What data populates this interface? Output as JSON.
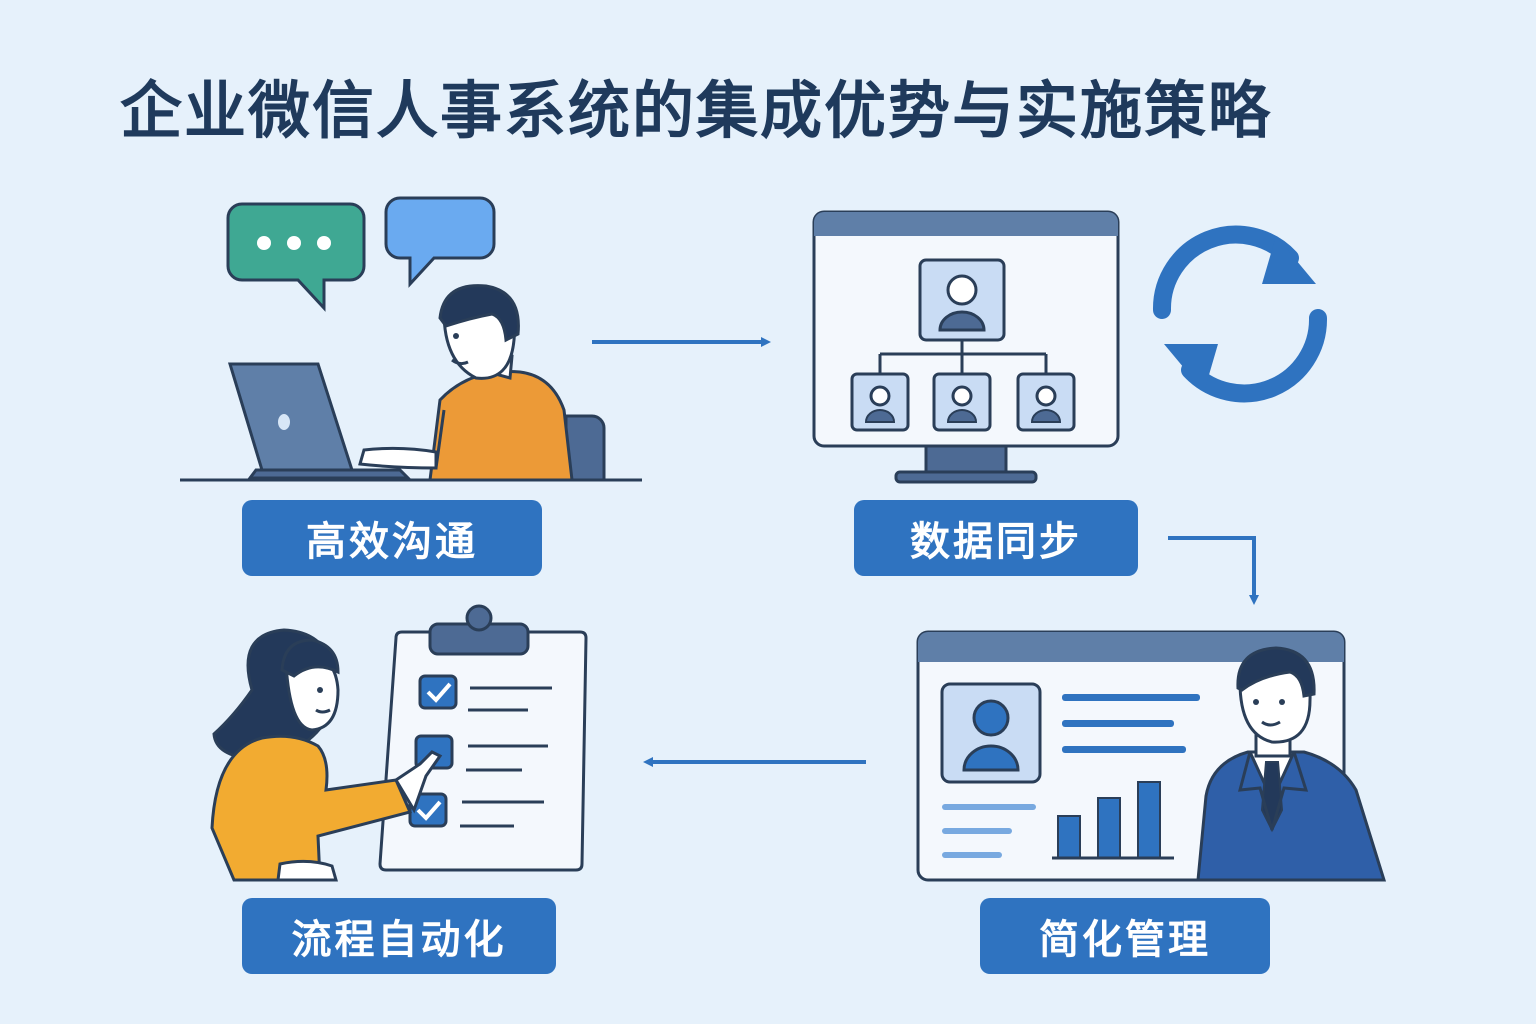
{
  "title": "企业微信人事系统的集成优势与实施策略",
  "steps": [
    {
      "label": "高效沟通"
    },
    {
      "label": "数据同步"
    },
    {
      "label": "简化管理"
    },
    {
      "label": "流程自动化"
    }
  ],
  "colors": {
    "background": "#e6f1fb",
    "accent": "#2f73c0",
    "title": "#1f3a5c",
    "outline": "#2a3e58",
    "teal_bubble": "#3fa893",
    "orange_shirt": "#ec9a37",
    "yellow_shirt": "#f2ab31"
  },
  "icons": [
    "chat-bubble-icon",
    "laptop-icon",
    "person-typing-icon",
    "monitor-icon",
    "org-chart-icon",
    "sync-icon",
    "dashboard-icon",
    "bar-chart-icon",
    "businessman-icon",
    "clipboard-checklist-icon",
    "woman-pointing-icon",
    "arrow-icon"
  ]
}
